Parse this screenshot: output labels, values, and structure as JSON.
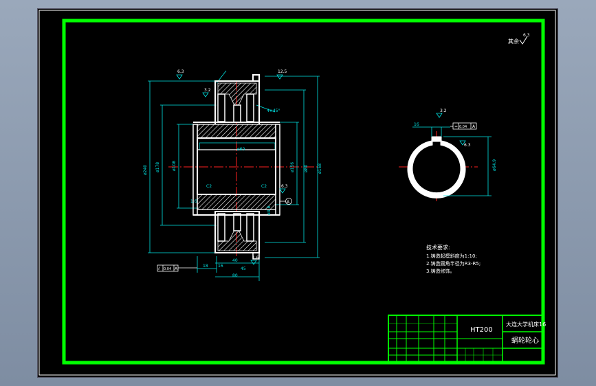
{
  "title_block": {
    "material": "HT200",
    "school": "大连大学机床16",
    "part_name": "蜗轮轮心"
  },
  "roughness_other": {
    "label": "其余",
    "value": "6.3"
  },
  "tech_requirements": {
    "title": "技术要求:",
    "items": [
      "1.铸造起模斜度为1:10;",
      "2.铸造圆角半径为R3-R5;",
      "3.铸造修饰。"
    ]
  },
  "main_view": {
    "roughness": [
      "6.3",
      "12.5",
      "3.2",
      "6.3",
      "1.6"
    ],
    "dims": [
      "ø240",
      "ø178",
      "ø108",
      "ø158",
      "ø80",
      "ø156",
      "ø60",
      "18",
      "40",
      "16",
      "45",
      "80",
      "4×45°",
      "C2",
      "C2",
      "1.6",
      "ø4.8"
    ],
    "tolerance": [
      "⫽",
      "0.04",
      "A"
    ],
    "datum": "A"
  },
  "hub_view": {
    "roughness": [
      "3.2",
      "6.3"
    ],
    "dims": [
      "16",
      "ø64.9"
    ],
    "tolerance": [
      "=",
      "0.04",
      "A"
    ]
  },
  "colors": {
    "frame": "#00ff00",
    "outline": "#ffffff",
    "dimension": "#00e5e5",
    "center_line": "#ff2020"
  }
}
